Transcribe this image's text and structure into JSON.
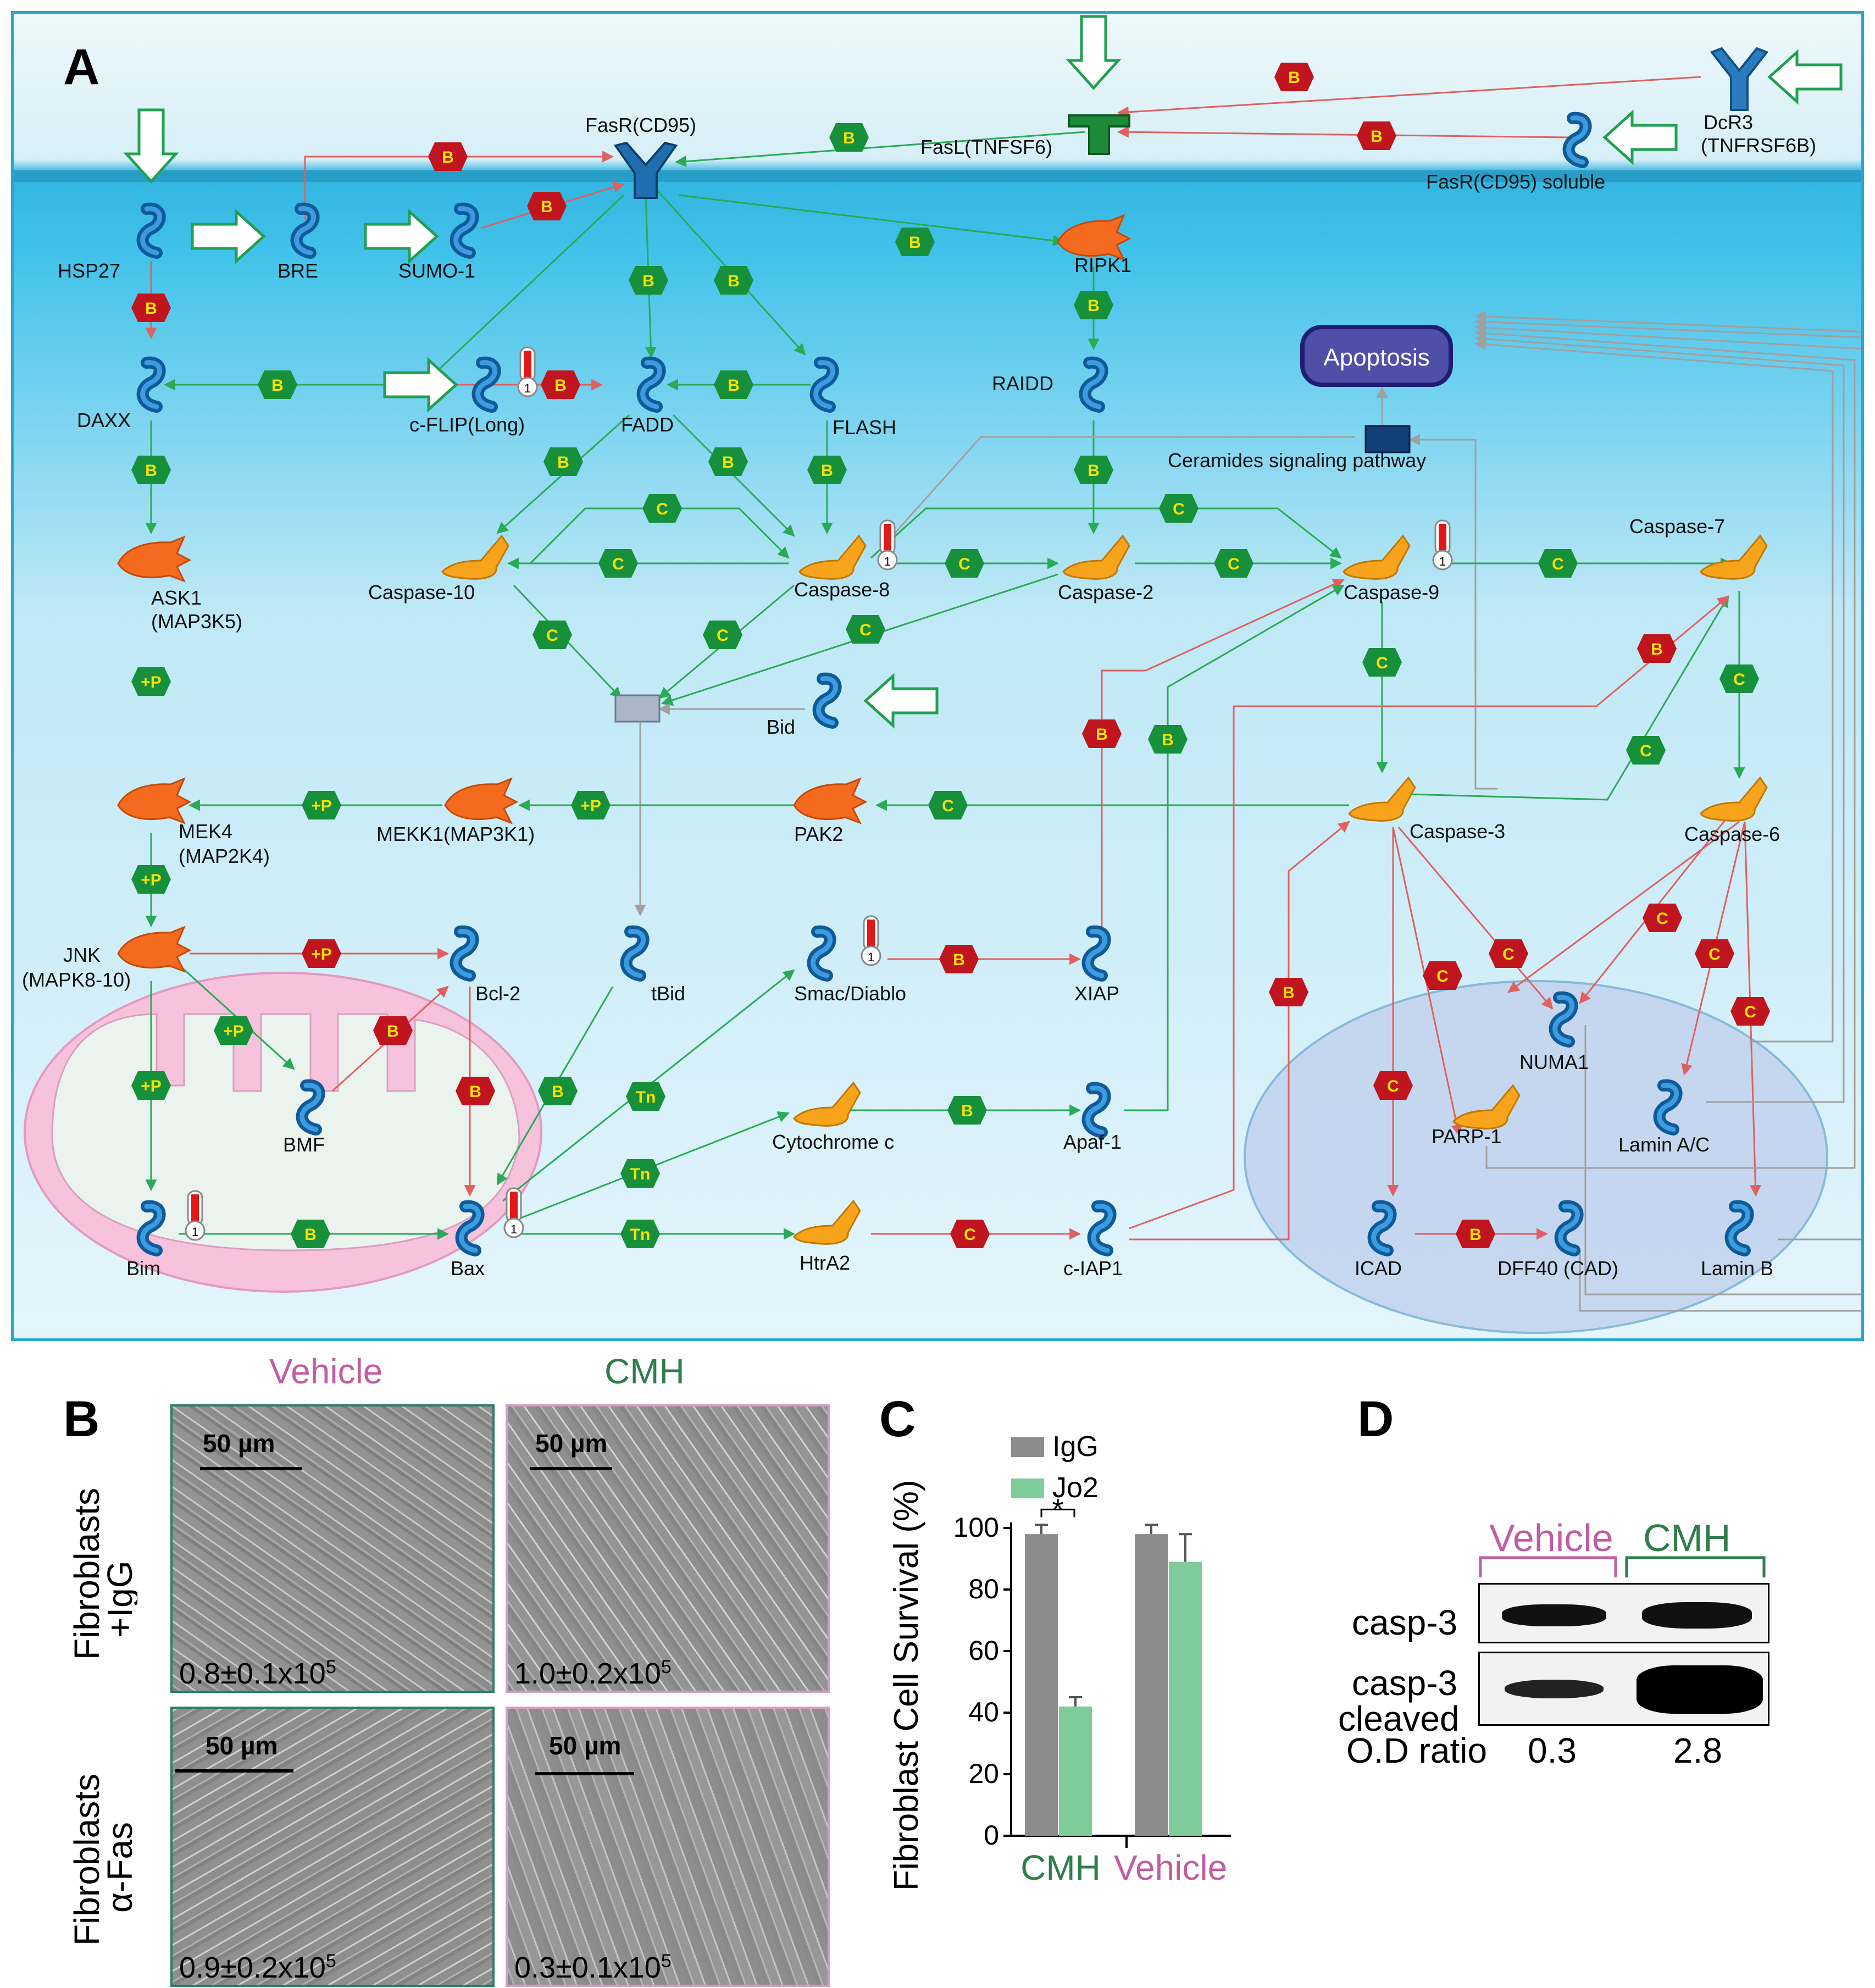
{
  "panelA": {
    "label": "A",
    "nodes": {
      "fasr": "FasR(CD95)",
      "fasl": "FasL(TNFSF6)",
      "dcr3": "DcR3",
      "dcr3b": "(TNFRSF6B)",
      "fasr_sol": "FasR(CD95) soluble",
      "hsp27": "HSP27",
      "bre": "BRE",
      "sumo1": "SUMO-1",
      "ripk1": "RIPK1",
      "raidd": "RAIDD",
      "apoptosis": "Apoptosis",
      "ceramides": "Ceramides signaling pathway",
      "daxx": "DAXX",
      "cflip": "c-FLIP(Long)",
      "fadd": "FADD",
      "flash": "FLASH",
      "ask1": "ASK1",
      "ask1b": "(MAP3K5)",
      "casp10": "Caspase-10",
      "casp8": "Caspase-8",
      "casp2": "Caspase-2",
      "casp9": "Caspase-9",
      "casp7": "Caspase-7",
      "bid": "Bid",
      "mek4": "MEK4",
      "mek4b": "(MAP2K4)",
      "mekk1": "MEKK1(MAP3K1)",
      "pak2": "PAK2",
      "casp3": "Caspase-3",
      "casp6": "Caspase-6",
      "jnk": "JNK",
      "jnkb": "(MAPK8-10)",
      "bcl2": "Bcl-2",
      "tbid": "tBid",
      "smac": "Smac/Diablo",
      "xiap": "XIAP",
      "numa1": "NUMA1",
      "bmf": "BMF",
      "cytc": "Cytochrome c",
      "apaf1": "Apaf-1",
      "parp1": "PARP-1",
      "laminac": "Lamin A/C",
      "bim": "Bim",
      "bax": "Bax",
      "htra2": "HtrA2",
      "ciap1": "c-IAP1",
      "icad": "ICAD",
      "dff40": "DFF40 (CAD)",
      "laminb": "Lamin B"
    },
    "badges": {
      "B": "B",
      "C": "C",
      "P": "+P",
      "Tn": "Tn"
    },
    "therm_mark": "1",
    "colors": {
      "red_edge": "#e06060",
      "green_edge": "#2aaa55",
      "gray_edge": "#a0a0a0"
    }
  },
  "panelB": {
    "label": "B",
    "col_vehicle": "Vehicle",
    "col_cmh": "CMH",
    "row1_a": "Fibroblasts",
    "row1_b": "+IgG",
    "row2_a": "Fibroblasts",
    "row2_b": "α-Fas",
    "scale": "50 µm",
    "counts": {
      "r1c1": {
        "base": "0.8±0.1x10",
        "exp": "5"
      },
      "r1c2": {
        "base": "1.0±0.2x10",
        "exp": "5"
      },
      "r2c1": {
        "base": "0.9±0.2x10",
        "exp": "5"
      },
      "r2c2": {
        "base": "0.3±0.1x10",
        "exp": "5"
      }
    },
    "colors": {
      "vehicle": "#c45ca0",
      "cmh": "#2e7d4a"
    }
  },
  "chart_data": {
    "type": "bar",
    "label": "C",
    "categories": [
      "CMH",
      "Vehicle"
    ],
    "series": [
      {
        "name": "IgG",
        "values": [
          98,
          98
        ],
        "errors": [
          3,
          3
        ],
        "color": "#8c8c8c"
      },
      {
        "name": "Jo2",
        "values": [
          42,
          89
        ],
        "errors": [
          3,
          9
        ],
        "color": "#7dcc9a"
      }
    ],
    "ylabel": "Fibroblast Cell Survival (%)",
    "xlabel": "",
    "ylim": [
      0,
      100
    ],
    "yticks": [
      0,
      20,
      40,
      60,
      80,
      100
    ],
    "significance": "*",
    "category_colors": [
      "#2e7d4a",
      "#c45ca0"
    ]
  },
  "panelD": {
    "label": "D",
    "vehicle": "Vehicle",
    "cmh": "CMH",
    "row1": "casp-3",
    "row2a": "casp-3",
    "row2b": "cleaved",
    "od_label": "O.D ratio",
    "od_vehicle": "0.3",
    "od_cmh": "2.8"
  }
}
